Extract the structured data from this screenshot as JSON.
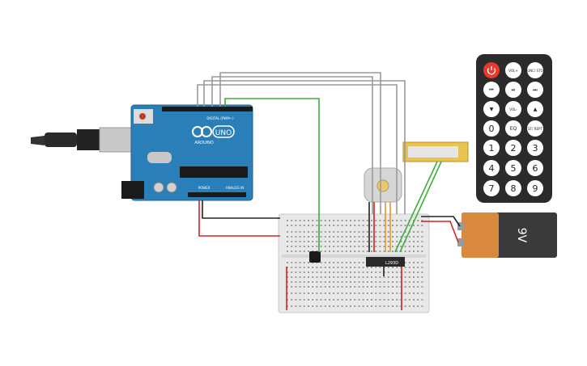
{
  "arduino": {
    "brand": "ARDUINO",
    "model": "UNO",
    "digital_label": "DIGITAL (PWM~)",
    "power_label": "POWER",
    "analog_label": "ANALOG IN"
  },
  "battery": {
    "label": "9V"
  },
  "ic": {
    "label": "L293D"
  },
  "remote": {
    "buttons": [
      {
        "name": "power",
        "label": ""
      },
      {
        "name": "vol-up",
        "label": "VOL+"
      },
      {
        "name": "func-stop",
        "label": "FUNC/ STOP"
      },
      {
        "name": "prev",
        "label": "⏮"
      },
      {
        "name": "play-pause",
        "label": "⏯"
      },
      {
        "name": "next",
        "label": "⏭"
      },
      {
        "name": "down",
        "label": "▼"
      },
      {
        "name": "vol-down",
        "label": "VOL-"
      },
      {
        "name": "up",
        "label": "▲"
      },
      {
        "name": "0",
        "label": "0"
      },
      {
        "name": "eq",
        "label": "EQ"
      },
      {
        "name": "st-rept",
        "label": "ST/ REPT"
      },
      {
        "name": "1",
        "label": "1"
      },
      {
        "name": "2",
        "label": "2"
      },
      {
        "name": "3",
        "label": "3"
      },
      {
        "name": "4",
        "label": "4"
      },
      {
        "name": "5",
        "label": "5"
      },
      {
        "name": "6",
        "label": "6"
      },
      {
        "name": "7",
        "label": "7"
      },
      {
        "name": "8",
        "label": "8"
      },
      {
        "name": "9",
        "label": "9"
      }
    ]
  },
  "colors": {
    "arduino_blue": "#2b7fb8",
    "wire_gray": "#9a9a9a",
    "wire_green": "#3cae3c",
    "wire_red": "#d62020",
    "wire_black": "#222222",
    "wire_orange": "#e8962a",
    "remote_body": "#2b2b2b",
    "remote_power": "#e53b2e",
    "battery_orange": "#d8893d",
    "breadboard": "#e8e8e8"
  }
}
